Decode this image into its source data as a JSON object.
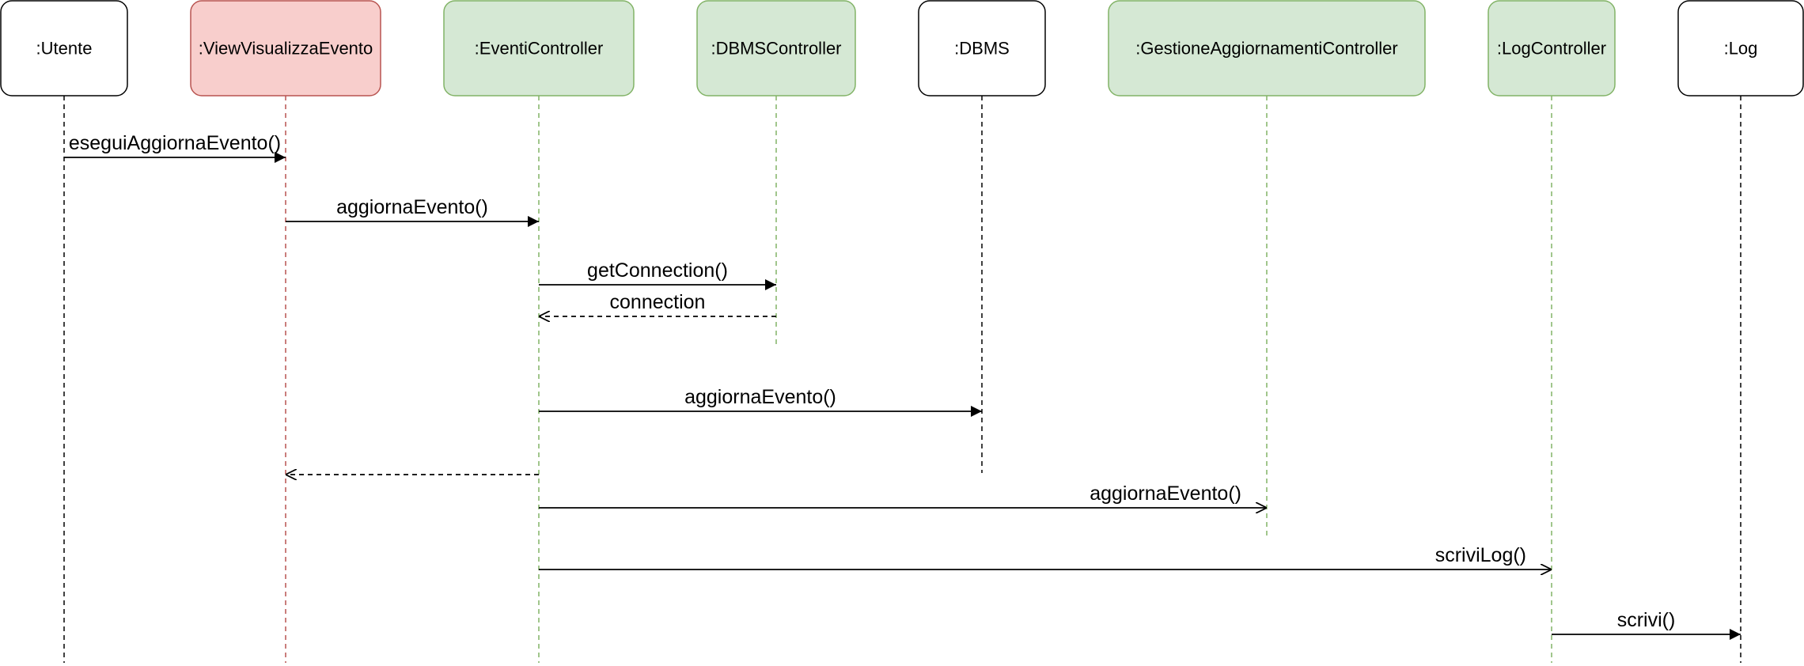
{
  "colors": {
    "plain_fill": "#ffffff",
    "plain_stroke": "#000000",
    "red_fill": "#f8cecc",
    "red_stroke": "#b85450",
    "green_fill": "#d5e8d4",
    "green_stroke": "#82b366",
    "arrow": "#000000"
  },
  "lifelines": [
    {
      "id": "utente",
      "name": ":Utente",
      "style": "plain"
    },
    {
      "id": "view",
      "name": ":ViewVisualizzaEvento",
      "style": "red"
    },
    {
      "id": "eventi",
      "name": ":EventiController",
      "style": "green"
    },
    {
      "id": "dbmsctrl",
      "name": ":DBMSController",
      "style": "green"
    },
    {
      "id": "dbms",
      "name": ":DBMS",
      "style": "plain"
    },
    {
      "id": "gestione",
      "name": ":GestioneAggiornamentiController",
      "style": "green"
    },
    {
      "id": "logctrl",
      "name": ":LogController",
      "style": "green"
    },
    {
      "id": "log",
      "name": ":Log",
      "style": "plain"
    }
  ],
  "messages": [
    {
      "from": "utente",
      "to": "view",
      "label": "eseguiAggiornaEvento()",
      "kind": "sync"
    },
    {
      "from": "view",
      "to": "eventi",
      "label": "aggiornaEvento()",
      "kind": "sync"
    },
    {
      "from": "eventi",
      "to": "dbmsctrl",
      "label": "getConnection()",
      "kind": "sync"
    },
    {
      "from": "dbmsctrl",
      "to": "eventi",
      "label": "connection",
      "kind": "return"
    },
    {
      "from": "eventi",
      "to": "dbms",
      "label": "aggiornaEvento()",
      "kind": "sync"
    },
    {
      "from": "eventi",
      "to": "view",
      "label": "",
      "kind": "return"
    },
    {
      "from": "eventi",
      "to": "gestione",
      "label": "aggiornaEvento()",
      "kind": "async"
    },
    {
      "from": "eventi",
      "to": "logctrl",
      "label": "scriviLog()",
      "kind": "async"
    },
    {
      "from": "logctrl",
      "to": "log",
      "label": "scrivi()",
      "kind": "sync"
    }
  ]
}
